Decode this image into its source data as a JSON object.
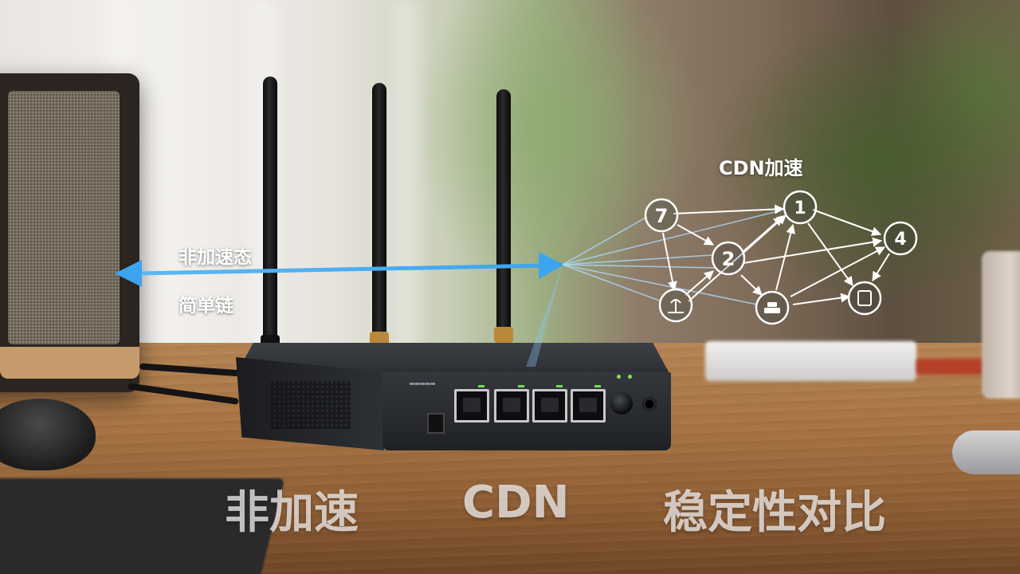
{
  "scene": {
    "objects": [
      "speaker",
      "router",
      "antenna",
      "ethernet-port",
      "mouse",
      "keyboard",
      "phone",
      "mug",
      "tablet"
    ],
    "colors": {
      "accent_blue": "#3da4ef",
      "node_stroke": "#ffffff",
      "desk": "#a87443"
    }
  },
  "annotations": {
    "left_label_top": "非加速态",
    "left_label_bottom": "简单链",
    "cdn_title": "CDN加速",
    "nodes": [
      {
        "id": "n7",
        "label": "7"
      },
      {
        "id": "n1",
        "label": "1"
      },
      {
        "id": "n2",
        "label": "2"
      },
      {
        "id": "n4",
        "label": "4"
      },
      {
        "id": "n3",
        "label": "",
        "icon": "antenna-icon"
      },
      {
        "id": "n5",
        "label": "",
        "icon": "server-icon"
      },
      {
        "id": "n6",
        "label": "",
        "icon": "device-icon"
      }
    ]
  },
  "captions": {
    "left": "非加速",
    "center": "CDN",
    "right": "稳定性对比"
  }
}
